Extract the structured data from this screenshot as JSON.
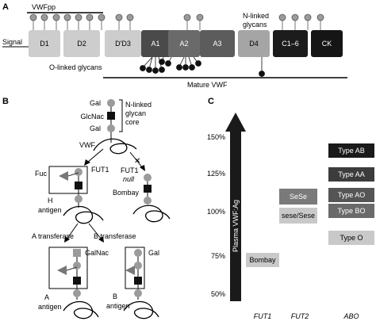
{
  "panel_a": {
    "label": "A",
    "vwfpp": "VWFpp",
    "signal": "Signal",
    "domains": [
      "D1",
      "D2",
      "D'D3",
      "A1",
      "A2",
      "A3",
      "D4",
      "C1–6",
      "CK"
    ],
    "n_linked": [
      "N-linked",
      "glycans"
    ],
    "o_linked": "O-linked glycans",
    "mature": "Mature VWF"
  },
  "panel_b": {
    "label": "B",
    "gal_top": "Gal",
    "glcnac": "GlcNac",
    "gal_mid": "Gal",
    "core_label": [
      "N-linked",
      "glycan",
      "core"
    ],
    "vwf": "VWF",
    "fuc": "Fuc",
    "fut1": "FUT1",
    "fut1_null": [
      "FUT1",
      "null"
    ],
    "h_antigen": [
      "H",
      "antigen"
    ],
    "bombay": "Bombay",
    "a_transferase": "A transferase",
    "b_transferase": "B transferase",
    "galnac": "GalNac",
    "gal_b": "Gal",
    "a_antigen": [
      "A",
      "antigen"
    ],
    "b_antigen": [
      "B",
      "antigen"
    ]
  },
  "panel_c": {
    "label": "C",
    "yaxis_label": "Plasma VWF:Ag",
    "ticks": [
      "150%",
      "125%",
      "100%",
      "75%",
      "50%"
    ],
    "x_groups": [
      "FUT1",
      "FUT2",
      "ABO"
    ],
    "boxes": {
      "bombay": "Bombay",
      "sese": "SeSe",
      "sese_sese": "sese/Sese",
      "type_ab": "Type AB",
      "type_aa": "Type AA",
      "type_ao": "Type AO",
      "type_bo": "Type BO",
      "type_o": "Type O"
    }
  }
}
